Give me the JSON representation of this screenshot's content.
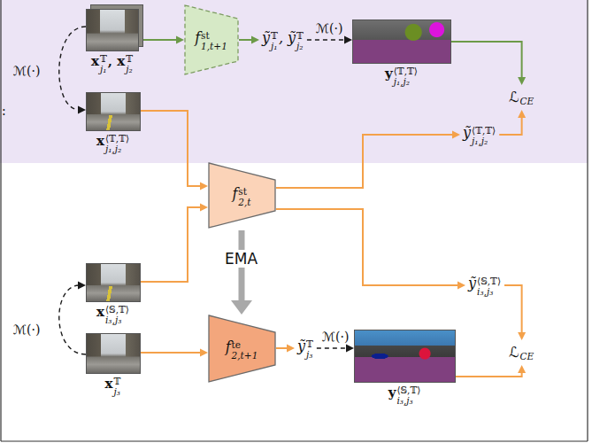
{
  "diagram": {
    "nodes": [
      {
        "text": [
          "x",
          "𝕋",
          "j₁",
          ", x",
          "𝕋",
          "j₂"
        ]
      },
      {
        "text": [
          "f",
          "st",
          "1,t+1"
        ]
      },
      {
        "text": [
          "ỹ",
          "𝕋",
          "j₁",
          ", ỹ",
          "𝕋",
          "j₂"
        ]
      },
      {
        "text": [
          "y",
          "⟨𝕋,𝕋⟩",
          "j₁,j₂"
        ]
      },
      {
        "text": [
          "ℒ",
          "CE"
        ]
      },
      {
        "text": [
          "x",
          "⟨𝕋,𝕋⟩",
          "j₁,j₂"
        ]
      },
      {
        "text": [
          "ỹ",
          "⟨𝕋,𝕋⟩",
          "j₁,j₂"
        ]
      },
      {
        "text": [
          "f",
          "st",
          "2,t"
        ]
      },
      {
        "text": [
          "x",
          "⟨𝕊,𝕋⟩",
          "i₃,j₃"
        ]
      },
      {
        "text": [
          "ỹ",
          "⟨𝕊,𝕋⟩",
          "i₃,j₃"
        ]
      },
      {
        "text": [
          "ℒ",
          "CE"
        ]
      },
      {
        "text": [
          "f",
          "te",
          "2,t+1"
        ]
      },
      {
        "text": [
          "x",
          "𝕋",
          "j₃"
        ]
      },
      {
        "text": [
          "ỹ",
          "𝕋",
          "j₃"
        ]
      },
      {
        "text": [
          "y",
          "⟨𝕊,𝕋⟩",
          "i₃,j₃"
        ]
      }
    ],
    "edges": [
      {
        "from": 0,
        "to": 1,
        "arrow": "to"
      },
      {
        "from": 1,
        "to": 2,
        "arrow": "to"
      },
      {
        "from": 2,
        "to": 3,
        "arrow": "to",
        "label": "ℳ(·)"
      },
      {
        "from": 3,
        "to": 4,
        "arrow": "to"
      },
      {
        "from": 0,
        "to": 5,
        "arrow": "to",
        "label": "ℳ(·)"
      },
      {
        "from": 5,
        "to": 7,
        "arrow": "to"
      },
      {
        "from": 7,
        "to": 6,
        "arrow": "to"
      },
      {
        "from": 6,
        "to": 4,
        "arrow": "to"
      },
      {
        "from": 8,
        "to": 7,
        "arrow": "to"
      },
      {
        "from": 7,
        "to": 9,
        "arrow": "to"
      },
      {
        "from": 9,
        "to": 10,
        "arrow": "to"
      },
      {
        "from": 7,
        "to": 11,
        "arrow": "to",
        "label": "EMA"
      },
      {
        "from": 12,
        "to": 8,
        "arrow": "to",
        "label": "ℳ(·)"
      },
      {
        "from": 12,
        "to": 11,
        "arrow": "to"
      },
      {
        "from": 11,
        "to": 13,
        "arrow": "to"
      },
      {
        "from": 13,
        "to": 14,
        "arrow": "to",
        "label": "ℳ(·)"
      },
      {
        "from": 14,
        "to": 10,
        "arrow": "to"
      }
    ],
    "labels": [
      ":"
    ]
  }
}
